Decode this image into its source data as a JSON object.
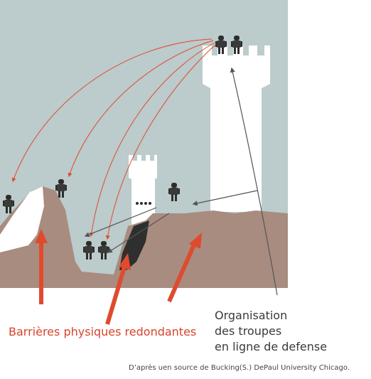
{
  "colors": {
    "sky": "#bccbcb",
    "ground": "#a88c80",
    "tower": "#ffffff",
    "red_arrow": "#e04a2e",
    "grey_arrow": "#555555",
    "soldier": "#2d2d2d"
  },
  "icons": [
    "soldier-icon",
    "arrow-icon"
  ],
  "labels": {
    "barriers": "Barrières physiques redondantes",
    "organisation_line1": "Organisation",
    "organisation_line2": "des troupes",
    "organisation_line3": "en ligne de defense",
    "credit": "D’après uen source de Bucking(S.) DePaul University Chicago."
  }
}
